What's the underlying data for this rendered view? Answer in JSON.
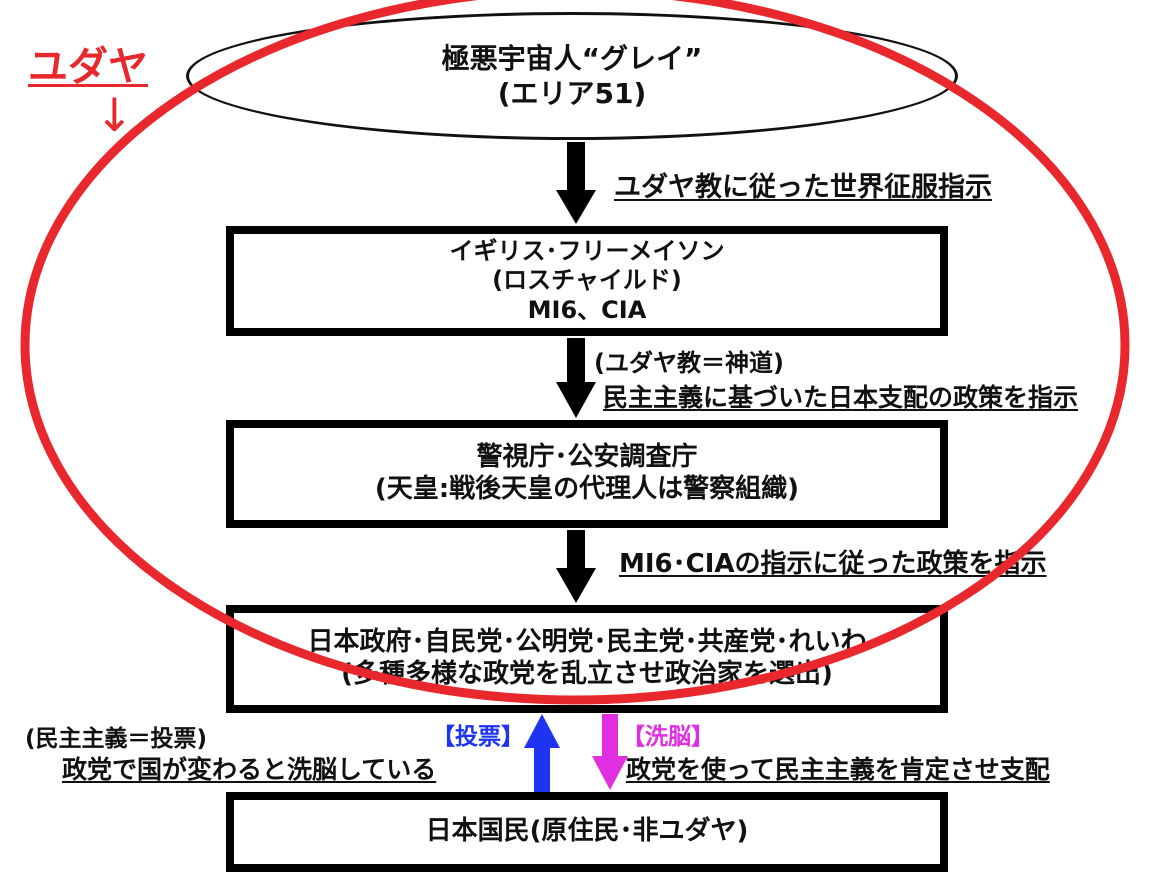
{
  "top_node": {
    "line1": "極悪宇宙人“グレイ”",
    "line2": "(エリア51)"
  },
  "edge1_label": "ユダヤ教に従った世界征服指示",
  "box1": {
    "line1": "イギリス･フリーメイソン",
    "line2": "(ロスチャイルド)",
    "line3": "MI6、CIA"
  },
  "edge2_label": {
    "line1": "(ユダヤ教＝神道)",
    "line2": "民主主義に基づいた日本支配の政策を指示"
  },
  "box2": {
    "line1": "警視庁･公安調査庁",
    "line2": "(天皇:戦後天皇の代理人は警察組織)"
  },
  "edge3_label": "MI6･CIAの指示に従った政策を指示",
  "box3": {
    "line1": "日本政府･自民党･公明党･民主党･共産党･れいわ",
    "line2": "(多種多様な政党を乱立させ政治家を選出)"
  },
  "left_annotation": {
    "line1": "(民主主義＝投票)",
    "line2": "政党で国が変わると洗脳している"
  },
  "vote_tag": "【投票】",
  "brainwash_tag": "【洗脳】",
  "right_annotation": "政党を使って民主主義を肯定させ支配",
  "box4": {
    "line1": "日本国民(原住民･非ユダヤ)"
  },
  "overlay_label": "ユダヤ",
  "overlay_arrow": "↓",
  "colors": {
    "overlay_red": "#e8282c",
    "vote_blue": "#1f34f0",
    "brainwash_magenta": "#e02ee0",
    "ink": "#000000"
  }
}
